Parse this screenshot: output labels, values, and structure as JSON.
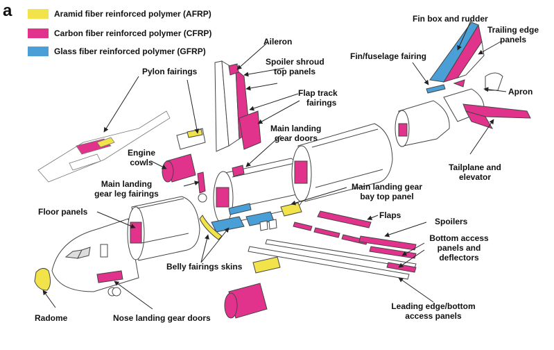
{
  "panel_letter": "a",
  "colors": {
    "afrp": "#f2e34a",
    "cfrp": "#e2338c",
    "gfrp": "#4a9fd6",
    "outline": "#444444",
    "arrow": "#222222"
  },
  "legend": [
    {
      "label": "Aramid fiber reinforced polymer (AFRP)",
      "color": "#f2e34a"
    },
    {
      "label": "Carbon fiber reinforced polymer (CFRP)",
      "color": "#e2338c"
    },
    {
      "label": "Glass fiber reinforced polymer (GFRP)",
      "color": "#4a9fd6"
    }
  ],
  "labels": {
    "fin_box": "Fin box and rudder",
    "trailing_edge_1": "Trailing edge",
    "trailing_edge_2": "panels",
    "aileron": "Aileron",
    "fin_fuselage": "Fin/fuselage fairing",
    "spoiler_shroud_1": "Spoiler shroud",
    "spoiler_shroud_2": "top panels",
    "pylon": "Pylon fairings",
    "flap_track_1": "Flap track",
    "flap_track_2": "fairings",
    "apron": "Apron",
    "mlg_doors_1": "Main landing",
    "mlg_doors_2": "gear doors",
    "engine_cowls_1": "Engine",
    "engine_cowls_2": "cowls",
    "tailplane_1": "Tailplane and",
    "tailplane_2": "elevator",
    "mlg_leg_1": "Main landing",
    "mlg_leg_2": "gear leg fairings",
    "mlg_bay_1": "Main landing gear",
    "mlg_bay_2": "bay top panel",
    "floor_panels": "Floor panels",
    "flaps": "Flaps",
    "spoilers": "Spoilers",
    "bottom_access_1": "Bottom access",
    "bottom_access_2": "panels and",
    "bottom_access_3": "deflectors",
    "belly": "Belly fairings skins",
    "leading_edge_1": "Leading edge/bottom",
    "leading_edge_2": "access panels",
    "radome": "Radome",
    "nose_lg": "Nose landing gear doors"
  }
}
